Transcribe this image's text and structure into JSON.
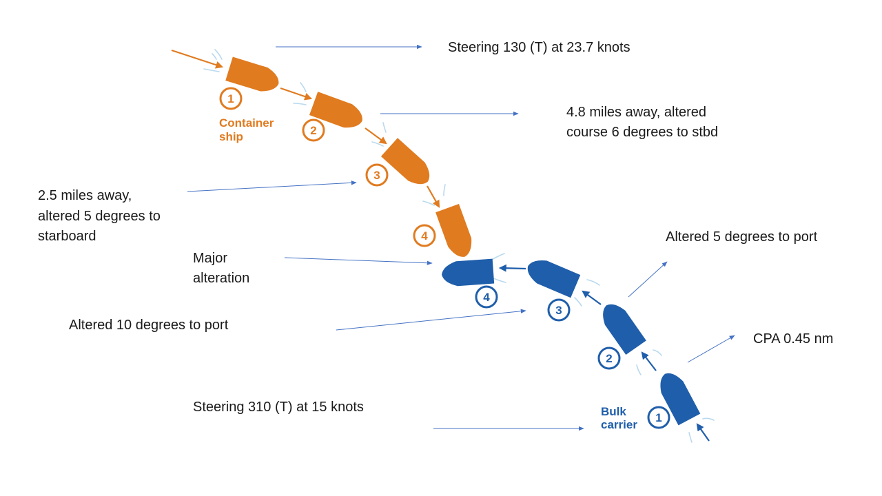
{
  "colors": {
    "container": "#e07b20",
    "bulk": "#1f5eaa",
    "pointer": "#4472c4",
    "wake": "#b9d9ef",
    "text": "#1a1a1a"
  },
  "vessels": {
    "container": {
      "label_line1": "Container",
      "label_line2": "ship",
      "positions": [
        "1",
        "2",
        "3",
        "4"
      ]
    },
    "bulk": {
      "label_line1": "Bulk",
      "label_line2": "carrier",
      "positions": [
        "1",
        "2",
        "3",
        "4"
      ]
    }
  },
  "annotations": {
    "steering_container": "Steering 130 (T) at 23.7 knots",
    "miles_48_line1": "4.8 miles away, altered",
    "miles_48_line2": "course 6 degrees to stbd",
    "miles_25_line1": "2.5 miles away,",
    "miles_25_line2": "altered 5 degrees to",
    "miles_25_line3": "starboard",
    "major_line1": "Major",
    "major_line2": "alteration",
    "altered_port_5": "Altered 5 degrees to port",
    "altered_port_10": "Altered 10 degrees to port",
    "cpa": "CPA 0.45 nm",
    "steering_bulk": "Steering 310 (T) at 15 knots"
  }
}
